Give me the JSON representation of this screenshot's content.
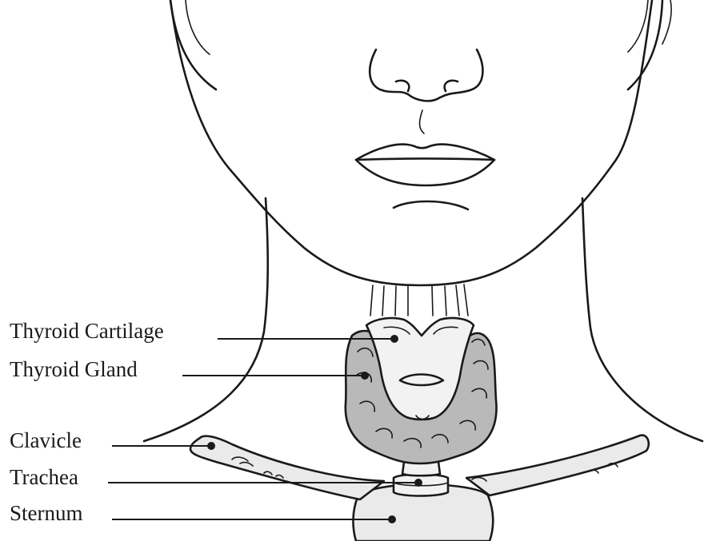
{
  "labels": {
    "thyroid_cartilage": "Thyroid Cartilage",
    "thyroid_gland": "Thyroid Gland",
    "clavicle": "Clavicle",
    "trachea": "Trachea",
    "sternum": "Sternum"
  },
  "colors": {
    "ink": "#1a1a1a",
    "thyroid_gland": "#b9b9b9",
    "bone": "#eaeaea",
    "cartilage": "#f2f2f2",
    "background": "#ffffff"
  }
}
